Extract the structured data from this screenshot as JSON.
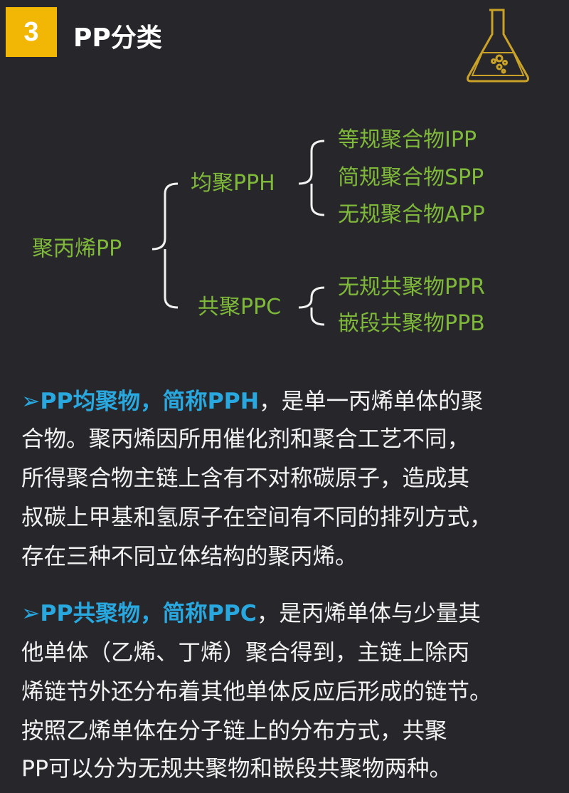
{
  "header": {
    "number": "3",
    "title": "PP分类"
  },
  "tree": {
    "root": "聚丙烯PP",
    "branches": [
      {
        "label": "均聚PPH",
        "children": [
          "等规聚合物IPP",
          "简规聚合物SPP",
          "无规聚合物APP"
        ]
      },
      {
        "label": "共聚PPC",
        "children": [
          "无规共聚物PPR",
          "嵌段共聚物PPB"
        ]
      }
    ]
  },
  "paragraphs": [
    {
      "highlight": "➢PP均聚物，简称PPH",
      "lines": [
        "，是单一丙烯单体的聚",
        "合物。聚丙烯因所用催化剂和聚合工艺不同，",
        "所得聚合物主链上含有不对称碳原子，造成其",
        "叔碳上甲基和氢原子在空间有不同的排列方式，",
        "存在三种不同立体结构的聚丙烯。"
      ]
    },
    {
      "highlight": "➢PP共聚物，简称PPC",
      "lines": [
        "，是丙烯单体与少量其",
        "他单体（乙烯、丁烯）聚合得到，主链上除丙",
        "烯链节外还分布着其他单体反应后形成的链节。",
        "按照乙烯单体在分子链上的分布方式，共聚",
        "PP可以分为无规共聚物和嵌段共聚物两种。"
      ]
    }
  ],
  "colors": {
    "background": "#26262b",
    "badge": "#f2b705",
    "node": "#7fb93a",
    "highlight": "#29a8e0",
    "flask": "#c9a227"
  }
}
